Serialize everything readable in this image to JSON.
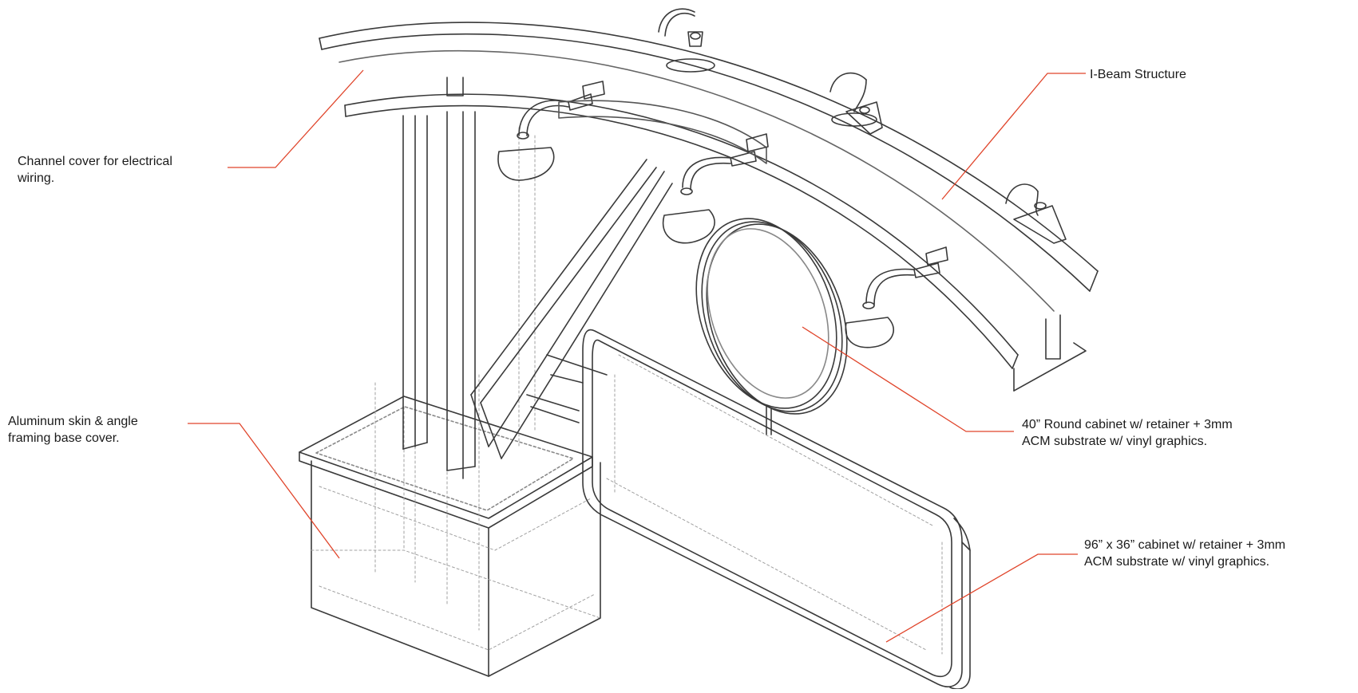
{
  "callouts": {
    "channel_cover": {
      "line1": "Channel cover for electrical",
      "line2": "wiring."
    },
    "aluminum_skin": {
      "line1": "Aluminum skin & angle",
      "line2": "framing base cover."
    },
    "i_beam": {
      "line1": "I-Beam Structure"
    },
    "round_cabinet": {
      "line1": "40” Round cabinet w/ retainer + 3mm",
      "line2": "ACM substrate w/ vinyl graphics."
    },
    "rect_cabinet": {
      "line1": "96” x 36” cabinet w/ retainer + 3mm",
      "line2": "ACM substrate w/ vinyl graphics."
    }
  },
  "colors": {
    "leader": "#e0452b",
    "stroke": "#3a3a3a",
    "hidden": "#9a9a9a",
    "text": "#1a1a1a"
  }
}
